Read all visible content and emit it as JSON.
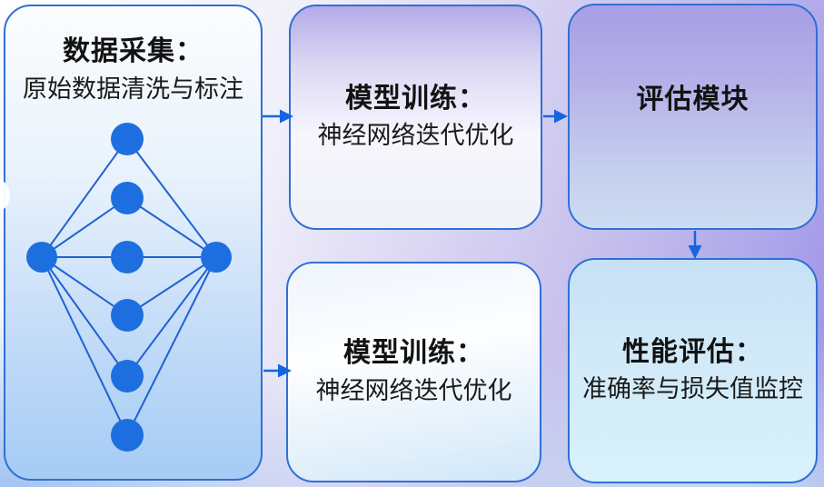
{
  "diagram": {
    "type": "flowchart",
    "boxes": {
      "data_collection": {
        "title": "数据采集：",
        "subtitle": "原始数据清洗与标注",
        "graphic": "neural-network-graphic"
      },
      "model_training_top": {
        "title": "模型训练：",
        "subtitle": "神经网络迭代优化"
      },
      "evaluation_module": {
        "title": "评估模块",
        "subtitle": ""
      },
      "model_training_bottom": {
        "title": "模型训练：",
        "subtitle": "神经网络迭代优化"
      },
      "performance_evaluation": {
        "title": "性能评估：",
        "subtitle": "准确率与损失值监控"
      }
    },
    "connections": [
      {
        "from": "data_collection",
        "to": "model_training_top",
        "direction": "right"
      },
      {
        "from": "model_training_top",
        "to": "evaluation_module",
        "direction": "right"
      },
      {
        "from": "data_collection",
        "to": "model_training_bottom",
        "direction": "right"
      },
      {
        "from": "evaluation_module",
        "to": "performance_evaluation",
        "direction": "down"
      }
    ],
    "network_graphic": {
      "left_nodes": 1,
      "hidden_nodes": 6,
      "right_nodes": 1,
      "node_color": "#1d6fe0",
      "edge_color": "#1e63cf"
    },
    "colors": {
      "box_border": "#3070d4",
      "arrow": "#1565e0",
      "text": "#121212",
      "bg_top_left": "#ffffff",
      "bg_top_right": "#9a90e8",
      "bg_bottom_left": "#86b3ee",
      "bg_bottom_right": "#cdeaf6"
    }
  }
}
